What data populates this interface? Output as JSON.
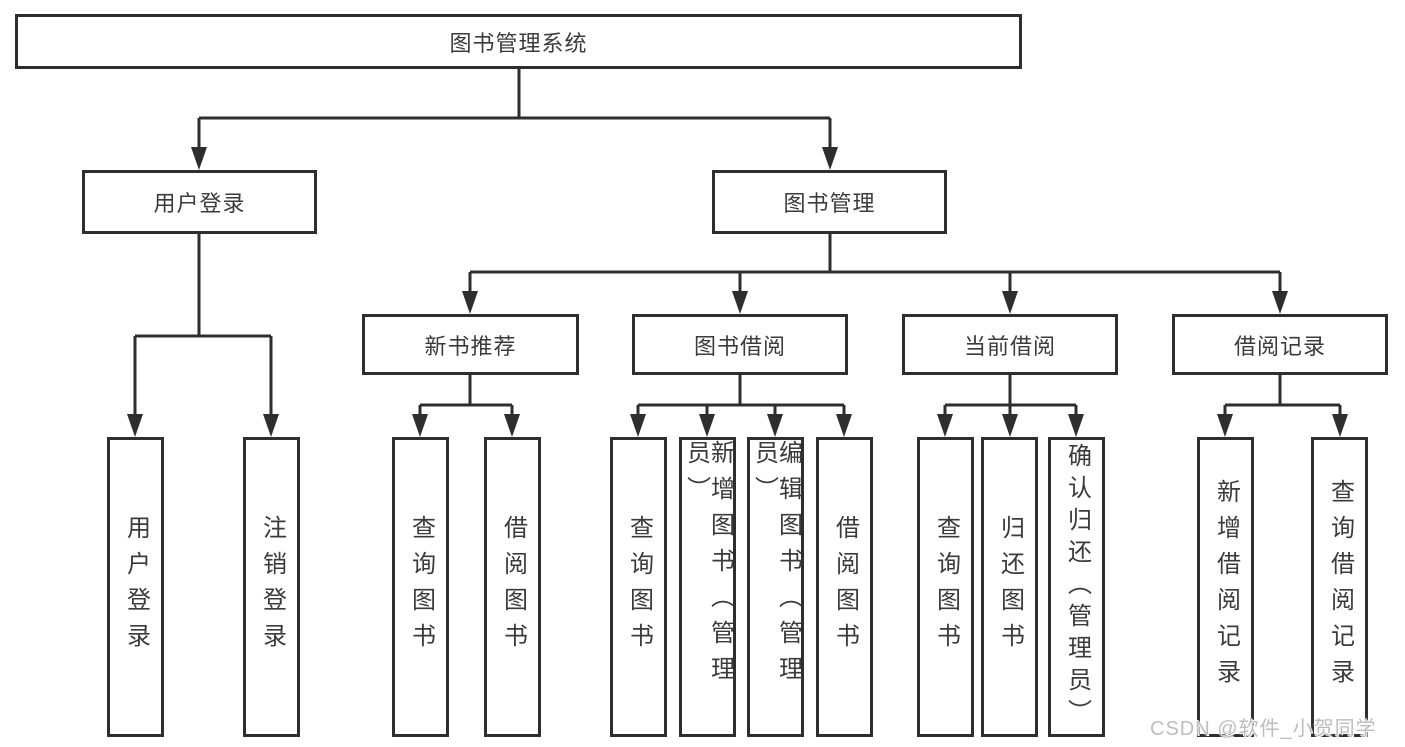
{
  "title": {
    "label": "图书管理系统"
  },
  "user_login": {
    "label": "用户登录",
    "children": [
      {
        "label": "用户登录"
      },
      {
        "label": "注销登录"
      }
    ]
  },
  "book_mgmt": {
    "label": "图书管理",
    "sections": [
      {
        "label": "新书推荐",
        "children": [
          {
            "label": "查询图书"
          },
          {
            "label": "借阅图书"
          }
        ]
      },
      {
        "label": "图书借阅",
        "children": [
          {
            "label": "查询图书"
          },
          {
            "label": "新增图书（管理员）"
          },
          {
            "label": "编辑图书（管理员）"
          },
          {
            "label": "借阅图书"
          }
        ]
      },
      {
        "label": "当前借阅",
        "children": [
          {
            "label": "查询图书"
          },
          {
            "label": "归还图书"
          },
          {
            "label": "确认归还（管理员）"
          }
        ]
      },
      {
        "label": "借阅记录",
        "children": [
          {
            "label": "新增借阅记录"
          },
          {
            "label": "查询借阅记录"
          }
        ]
      }
    ]
  },
  "watermark": {
    "text": "CSDN @软件_小贺同学"
  },
  "colors": {
    "line": "#2e2e2e",
    "text": "#3b3b3b",
    "watermark": "#bdbdbd"
  }
}
